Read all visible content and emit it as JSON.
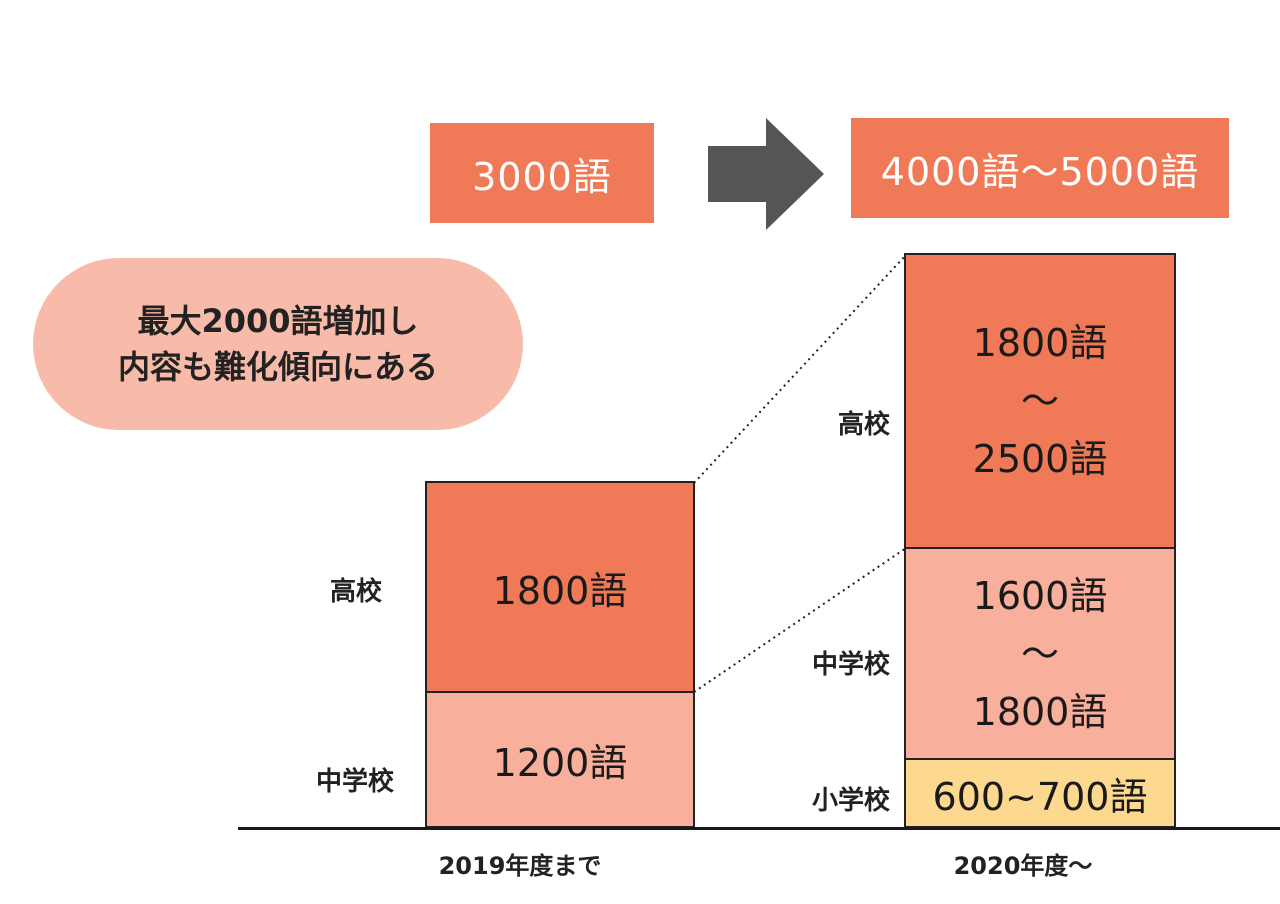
{
  "header": {
    "before_total": "3000語",
    "after_total": "4000語〜5000語"
  },
  "callout": {
    "line1": "最大2000語増加し",
    "line2": "内容も難化傾向にある"
  },
  "chart_data": {
    "type": "bar",
    "stacked": true,
    "categories": [
      "2019年度まで",
      "2020年度〜"
    ],
    "levels": [
      "小学校",
      "中学校",
      "高校"
    ],
    "bars": [
      {
        "category": "2019年度まで",
        "segments": [
          {
            "level": "中学校",
            "label": "1200語",
            "value": 1200
          },
          {
            "level": "高校",
            "label": "1800語",
            "value": 1800
          }
        ]
      },
      {
        "category": "2020年度〜",
        "segments": [
          {
            "level": "小学校",
            "lines": [
              "600~700語"
            ],
            "min": 600,
            "max": 700
          },
          {
            "level": "中学校",
            "lines": [
              "1600語",
              "〜",
              "1800語"
            ],
            "min": 1600,
            "max": 1800
          },
          {
            "level": "高校",
            "lines": [
              "1800語",
              "〜",
              "2500語"
            ],
            "min": 1800,
            "max": 2500
          }
        ]
      }
    ],
    "colors": {
      "hs": "#f07a57",
      "jhs": "#f8b09c",
      "elem": "#fcd98f",
      "accent": "#f07a57",
      "callout": "#f9bba9",
      "arrow": "#555555"
    }
  }
}
